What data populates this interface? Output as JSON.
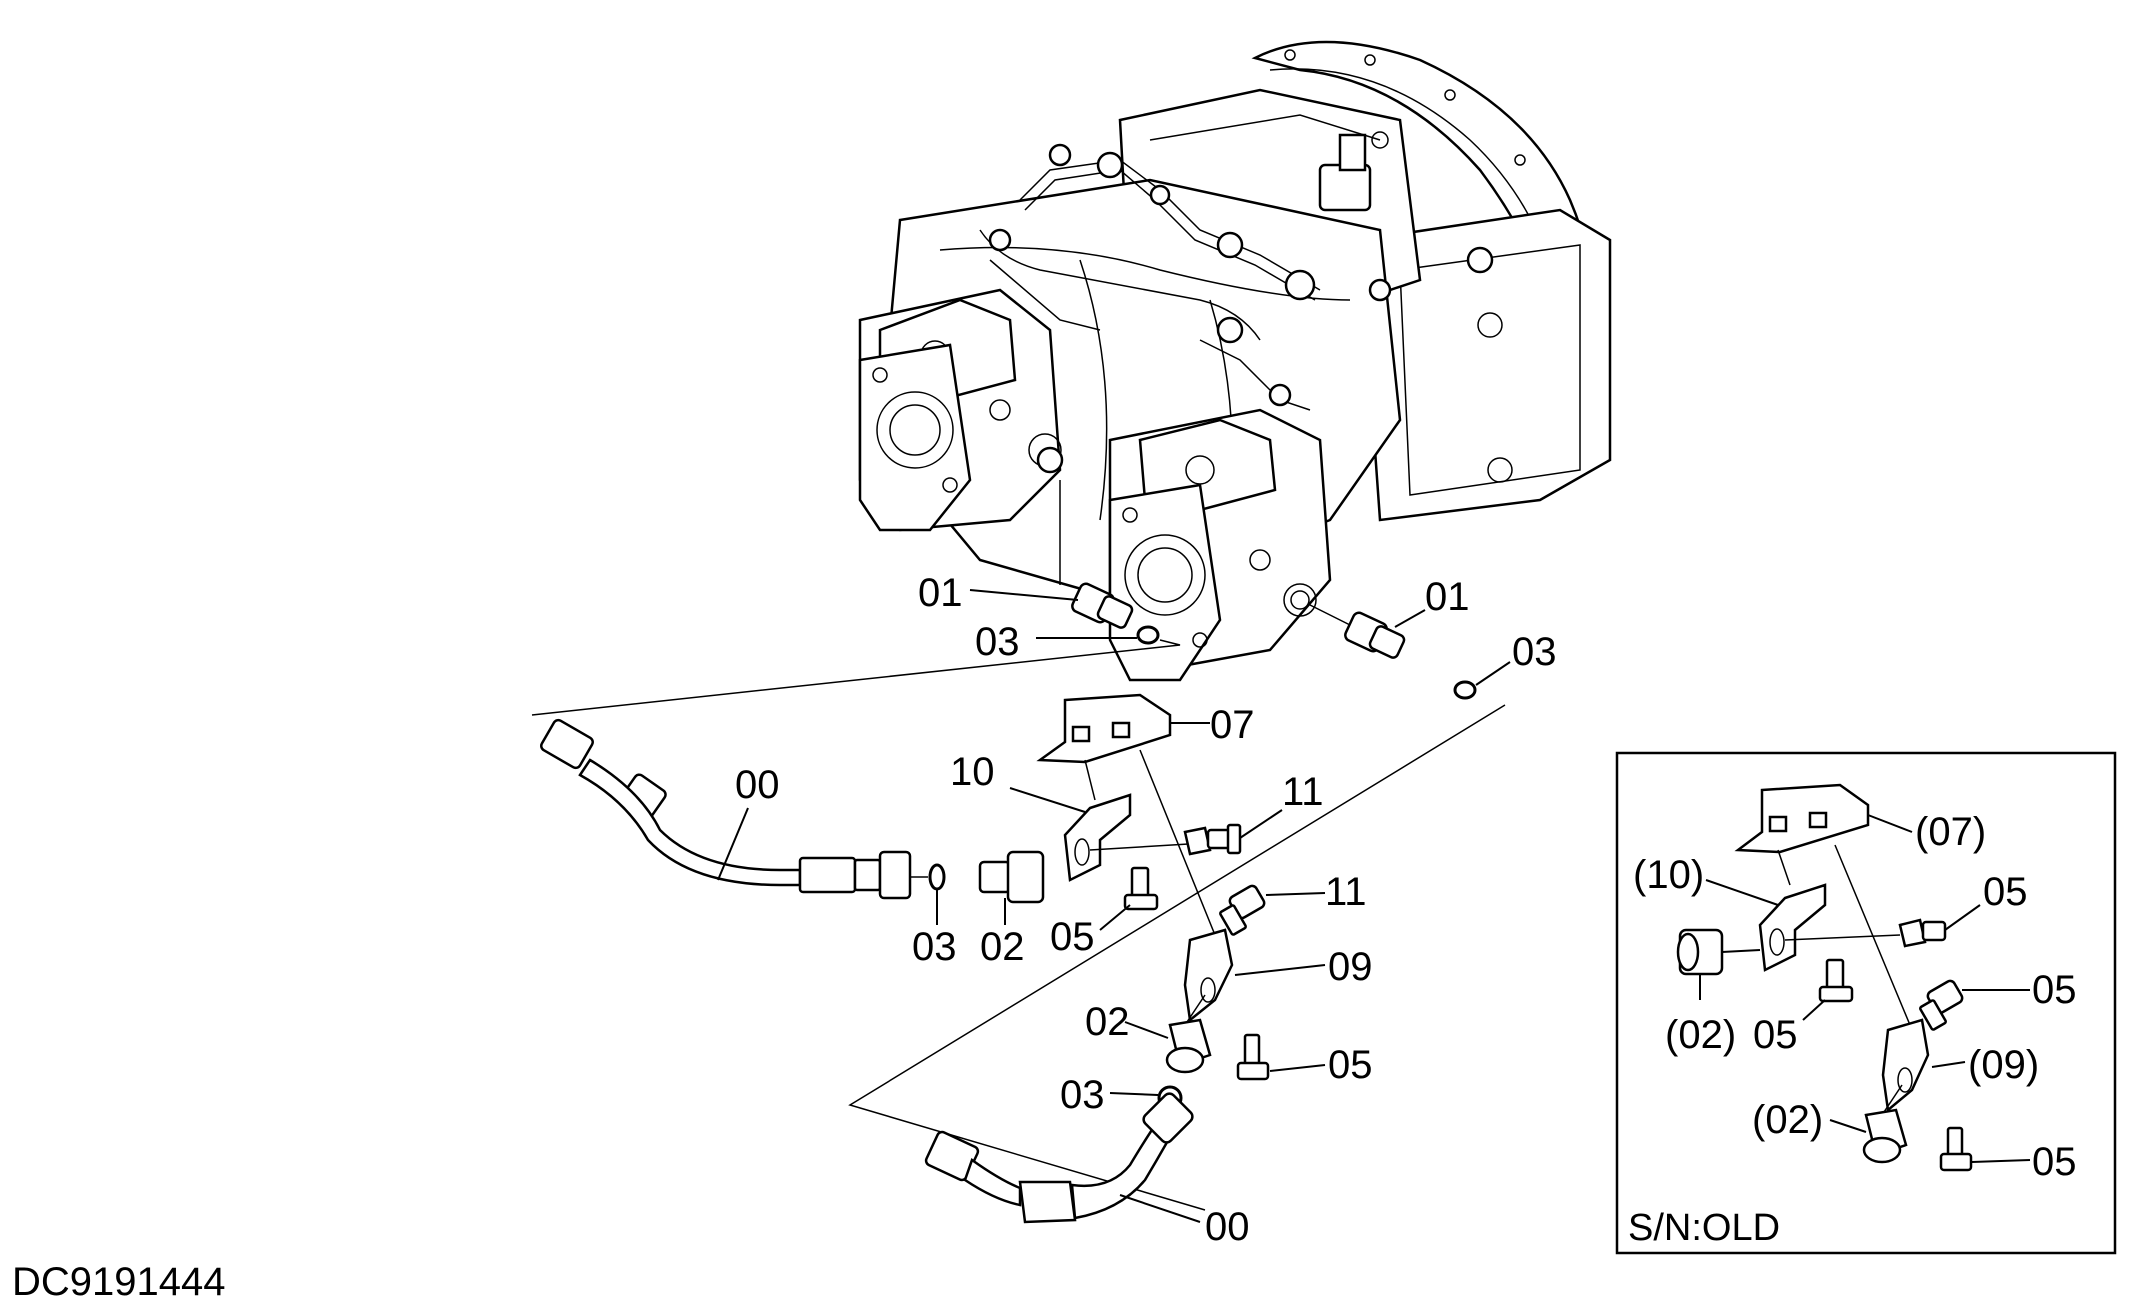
{
  "diagram_code": "DC9191444",
  "inset_title": "S/N:OLD",
  "callouts": {
    "c01_left": "01",
    "c01_right": "01",
    "c03_left": "03",
    "c03_right": "03",
    "c07": "07",
    "c00_top": "00",
    "c10": "10",
    "c11_top": "11",
    "c11_mid": "11",
    "c03_hose": "03",
    "c02_hose": "02",
    "c05_bracket": "05",
    "c09": "09",
    "c02_lower": "02",
    "c05_lower": "05",
    "c03_lower": "03",
    "c00_bottom": "00"
  },
  "inset_callouts": {
    "c07": "(07)",
    "c10": "(10)",
    "c05_a": "05",
    "c05_b": "05",
    "c02_a": "(02)",
    "c05_c": "05",
    "c09": "(09)",
    "c02_b": "(02)",
    "c05_d": "05"
  }
}
